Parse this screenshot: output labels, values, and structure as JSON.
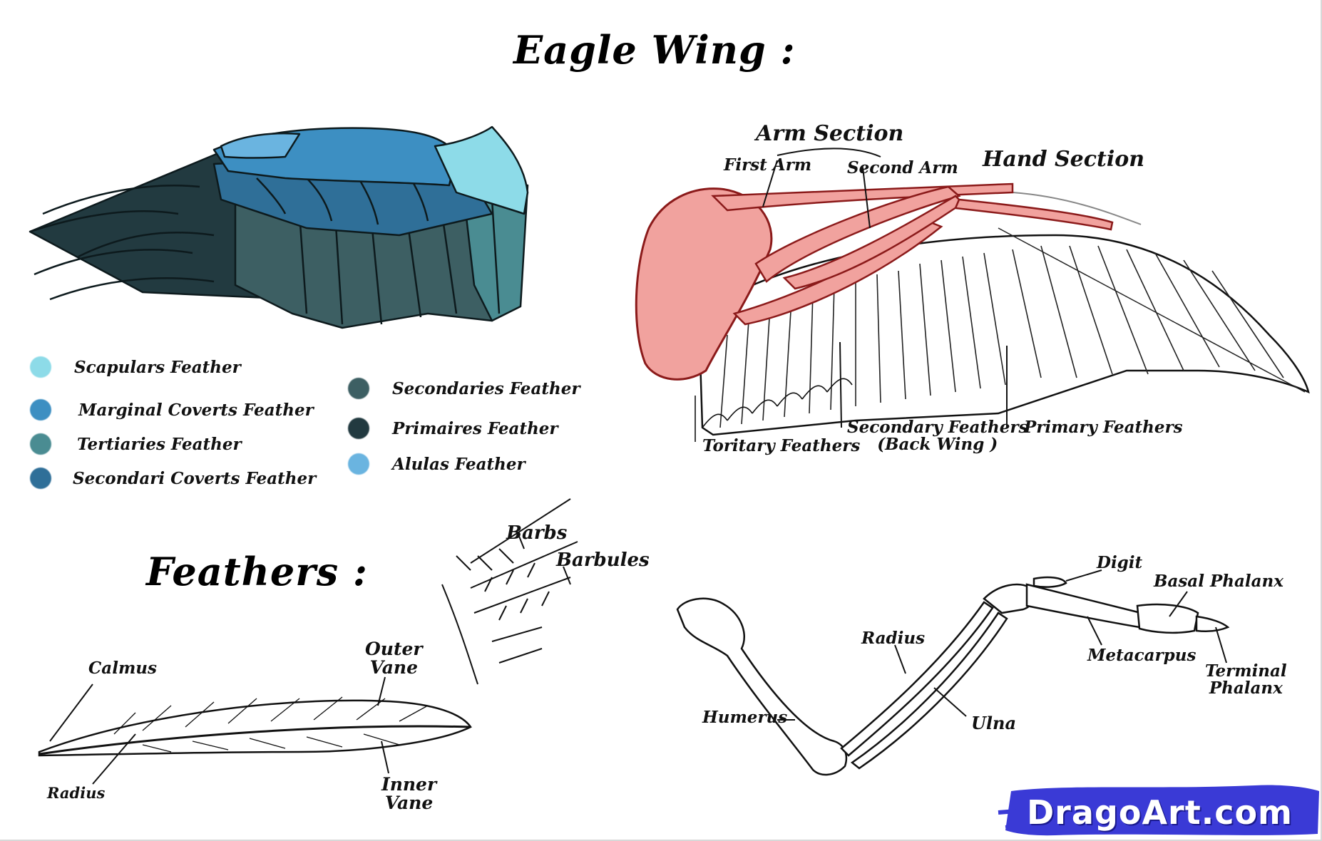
{
  "titles": {
    "eagle_wing": "Eagle Wing :",
    "feathers": "Feathers :"
  },
  "legend": [
    {
      "label": "Scapulars Feather",
      "color": "#8ddbe8"
    },
    {
      "label": "Marginal Coverts Feather",
      "color": "#3d8fc2"
    },
    {
      "label": "Tertiaries Feather",
      "color": "#4a8c92"
    },
    {
      "label": "Secondari Coverts Feather",
      "color": "#2f6f98"
    },
    {
      "label": "Secondaries Feather",
      "color": "#3d5f63"
    },
    {
      "label": "Primaires Feather",
      "color": "#223a40"
    },
    {
      "label": "Alulas Feather",
      "color": "#6ab4e0"
    }
  ],
  "muscle_labels": {
    "arm_section": "Arm Section",
    "first_arm": "First Arm",
    "second_arm": "Second Arm",
    "hand_section": "Hand Section",
    "toritary": "Toritary Feathers",
    "secondary_line1": "Secondary Feathers",
    "secondary_line2": "(Back Wing )",
    "primary": "Primary Feathers"
  },
  "feather_labels": {
    "barbs": "Barbs",
    "barbules": "Barbules",
    "calmus": "Calmus",
    "outer_vane_1": "Outer",
    "outer_vane_2": "Vane",
    "inner_vane_1": "Inner",
    "inner_vane_2": "Vane",
    "radius": "Radius"
  },
  "bone_labels": {
    "digit": "Digit",
    "basal_phalanx": "Basal Phalanx",
    "radius": "Radius",
    "metacarpus": "Metacarpus",
    "terminal_1": "Terminal",
    "terminal_2": "Phalanx",
    "humerus": "Humerus",
    "ulna": "Ulna"
  },
  "brand": {
    "text": "DragoArt.com",
    "color": "#3a3ad6"
  }
}
